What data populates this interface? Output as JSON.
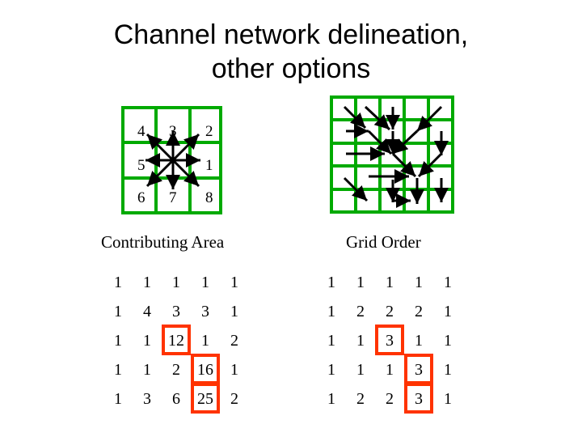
{
  "title": {
    "line1": "Channel network delineation,",
    "line2": "other options"
  },
  "directions": {
    "labels": [
      [
        "4",
        "3",
        "2"
      ],
      [
        "5",
        "",
        "1"
      ],
      [
        "6",
        "7",
        "8"
      ]
    ]
  },
  "captions": {
    "left": "Contributing Area",
    "right": "Grid Order"
  },
  "contributing_area": {
    "values": [
      [
        "1",
        "1",
        "1",
        "1",
        "1"
      ],
      [
        "1",
        "4",
        "3",
        "3",
        "1"
      ],
      [
        "1",
        "1",
        "12",
        "1",
        "2"
      ],
      [
        "1",
        "1",
        "2",
        "16",
        "1"
      ],
      [
        "1",
        "3",
        "6",
        "25",
        "2"
      ]
    ],
    "highlighted": [
      [
        2,
        2
      ],
      [
        3,
        3
      ],
      [
        4,
        3
      ]
    ]
  },
  "grid_order": {
    "values": [
      [
        "1",
        "1",
        "1",
        "1",
        "1"
      ],
      [
        "1",
        "2",
        "2",
        "2",
        "1"
      ],
      [
        "1",
        "1",
        "3",
        "1",
        "1"
      ],
      [
        "1",
        "1",
        "1",
        "3",
        "1"
      ],
      [
        "1",
        "2",
        "2",
        "3",
        "1"
      ]
    ],
    "highlighted": [
      [
        2,
        2
      ],
      [
        3,
        3
      ],
      [
        4,
        3
      ]
    ]
  },
  "colors": {
    "grid_green": "#00aa00",
    "highlight_red": "#ff3300",
    "arrow": "#000000"
  }
}
